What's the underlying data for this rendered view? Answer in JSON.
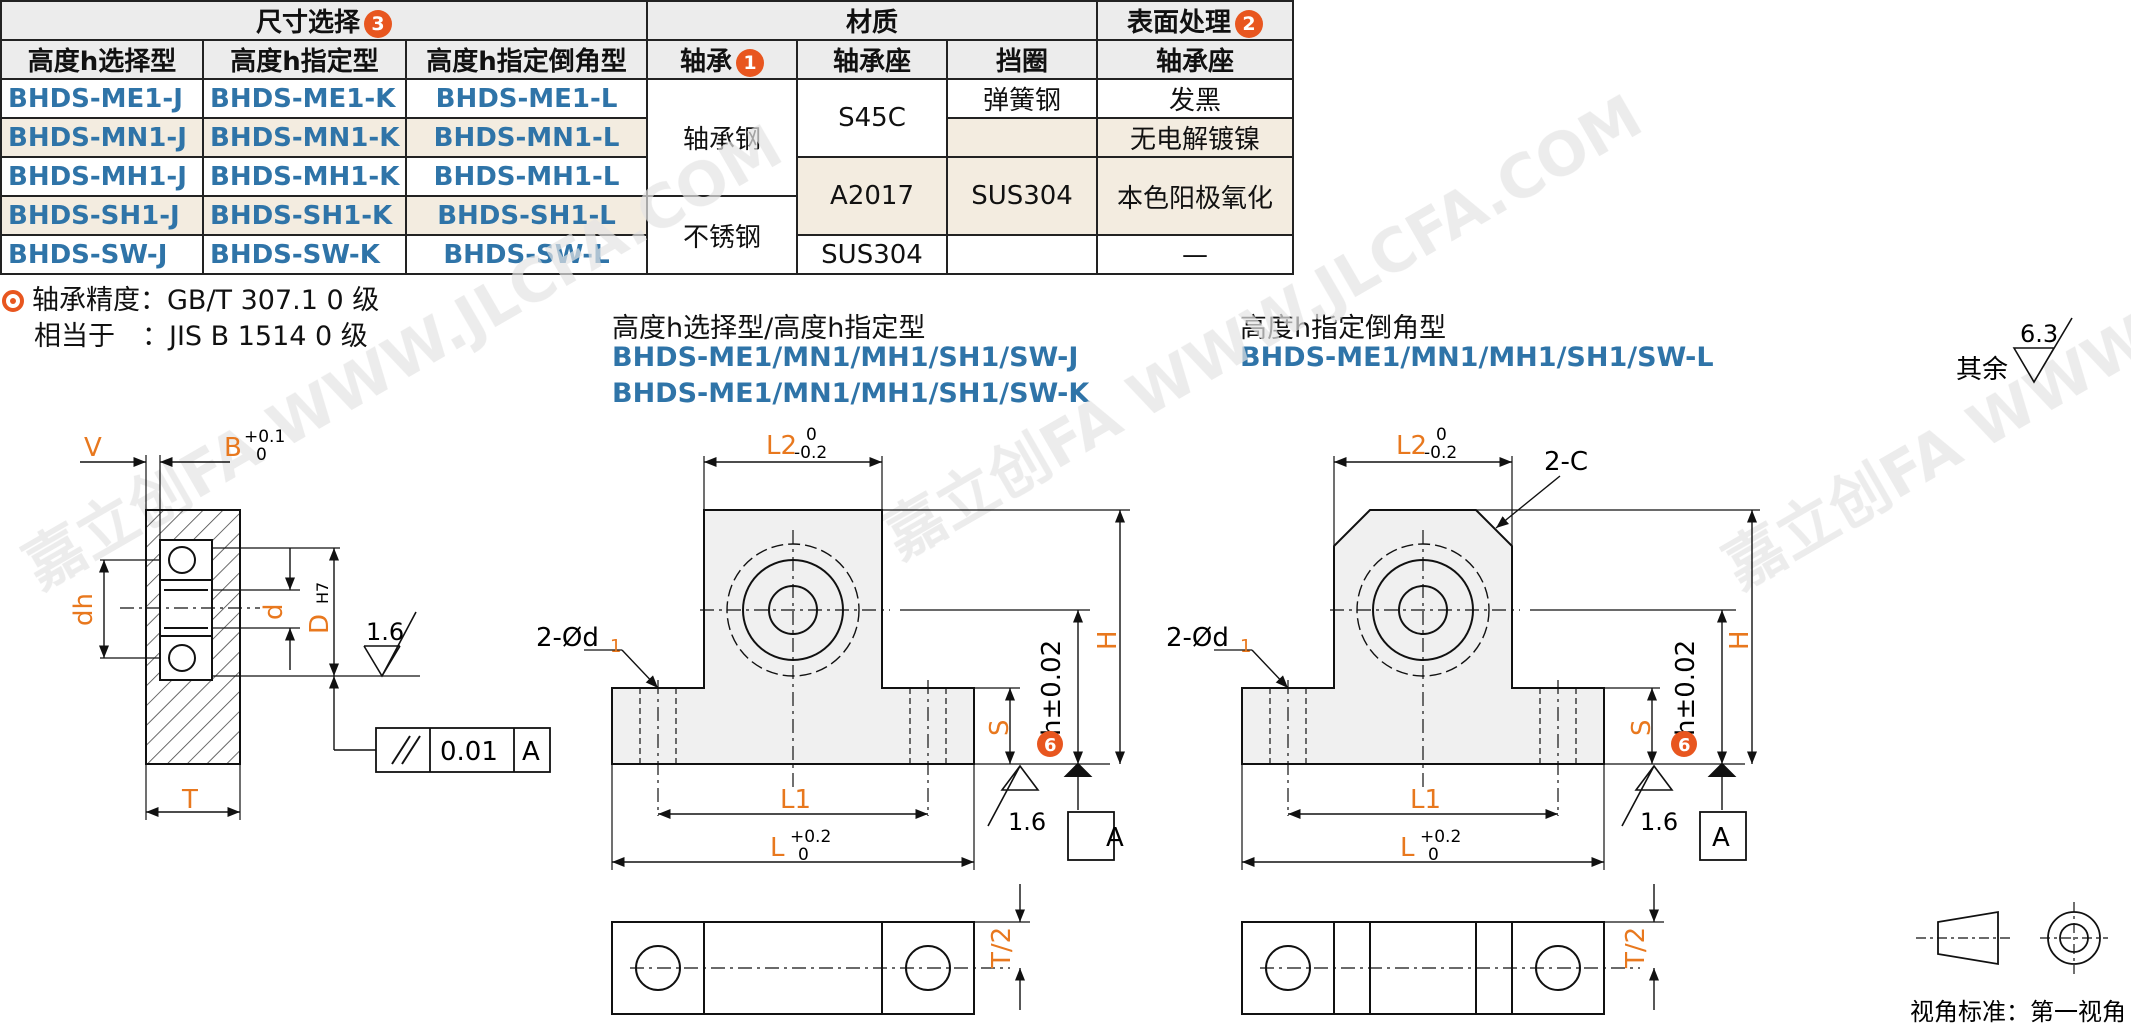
{
  "table": {
    "group_headers": {
      "size": "尺寸选择",
      "size_badge": "3",
      "material": "材质",
      "surface": "表面处理",
      "surface_badge": "2"
    },
    "sub_headers": {
      "h_select": "高度h选择型",
      "h_specify": "高度h指定型",
      "h_chamfer": "高度h指定倒角型",
      "bearing": "轴承",
      "bearing_badge": "1",
      "housing": "轴承座",
      "retainer": "挡圈",
      "surface_housing": "轴承座"
    },
    "rows": [
      {
        "j": "BHDS-ME1-J",
        "k": "BHDS-ME1-K",
        "l": "BHDS-ME1-L"
      },
      {
        "j": "BHDS-MN1-J",
        "k": "BHDS-MN1-K",
        "l": "BHDS-MN1-L"
      },
      {
        "j": "BHDS-MH1-J",
        "k": "BHDS-MH1-K",
        "l": "BHDS-MH1-L"
      },
      {
        "j": "BHDS-SH1-J",
        "k": "BHDS-SH1-K",
        "l": "BHDS-SH1-L"
      },
      {
        "j": "BHDS-SW-J",
        "k": "BHDS-SW-K",
        "l": "BHDS-SW-L"
      }
    ],
    "bearing_values": [
      "轴承钢",
      "不锈钢"
    ],
    "housing_values": [
      "S45C",
      "A2017",
      "SUS304"
    ],
    "retainer_values": [
      "弹簧钢",
      "SUS304"
    ],
    "surface_values": [
      "发黑",
      "无电解镀镍",
      "本色阳极氧化",
      "—"
    ]
  },
  "notes": {
    "line1": "轴承精度：GB/T 307.1 0 级",
    "line2": "相当于　：JIS B  1514 0 级"
  },
  "titles": {
    "type_jk": "高度h选择型/高度h指定型",
    "type_jk_code1": "BHDS-ME1/MN1/MH1/SH1/SW-J",
    "type_jk_code2": "BHDS-ME1/MN1/MH1/SH1/SW-K",
    "type_l": "高度h指定倒角型",
    "type_l_code": "BHDS-ME1/MN1/MH1/SH1/SW-L"
  },
  "roughness_other": {
    "label": "其余",
    "value": "6.3"
  },
  "dims": {
    "V": "V",
    "B": "B",
    "B_tol_up": "+0.1",
    "B_tol_low": "0",
    "dh": "dh",
    "d": "d",
    "D": "D",
    "D_fit": "H7",
    "T": "T",
    "rough_16": "1.6",
    "geo_tol_value": "0.01",
    "datum": "A",
    "L2": "L2",
    "L2_tol_up": "0",
    "L2_tol_low": "-0.2",
    "hole": "2-Ød",
    "hole_sub": "1",
    "H": "H",
    "S": "S",
    "h": "h±0.02",
    "h_badge": "6",
    "L1": "L1",
    "L": "L",
    "L_tol_up": "+0.2",
    "L_tol_low": "0",
    "T2": "T/2",
    "chamfer": "2-C"
  },
  "projection": {
    "label": "视角标准：第一视角"
  },
  "watermark": "嘉立创FA  WWW.JLCFA.COM",
  "colors": {
    "accent": "#e8561f",
    "code_blue": "#2f74a8",
    "dim_orange": "#e8781e",
    "band": "#f3ece0"
  }
}
